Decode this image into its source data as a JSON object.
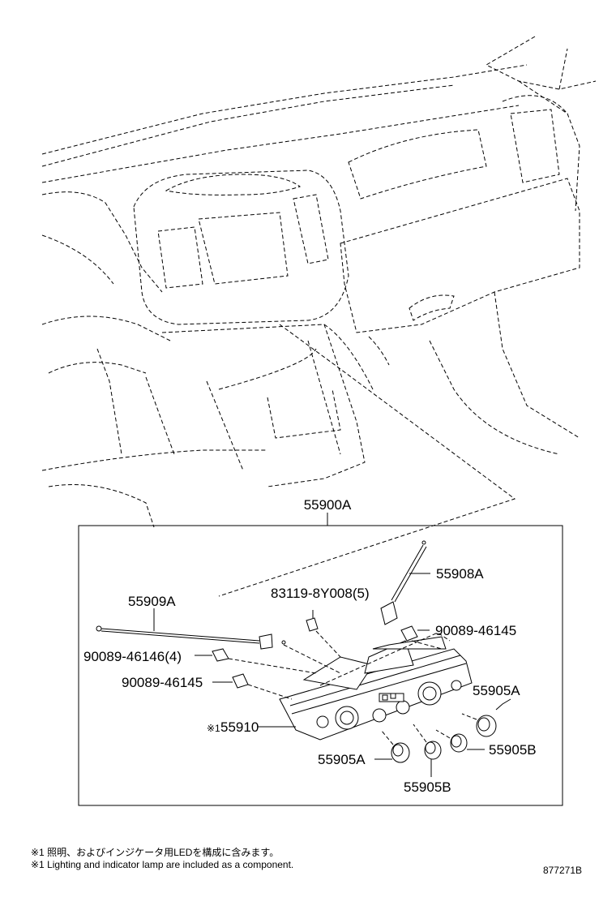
{
  "parts": {
    "assy": "55900A",
    "cable_right": "55908A",
    "cable_left": "55909A",
    "bulb": "83119-8Y008(5)",
    "clip_right": "90089-46145",
    "clip_left_4": "90089-46146(4)",
    "clip_left": "90089-46145",
    "panel_mark": "※1",
    "panel": "55910",
    "knob_a_right": "55905A",
    "knob_b_right": "55905B",
    "knob_a_left": "55905A",
    "knob_b_bottom": "55905B"
  },
  "notes": {
    "jp": "※1 照明、およびインジケータ用LEDを構成に含みます。",
    "en": "※1 Lighting and indicator lamp are included as a component."
  },
  "diagram_id": "877271B"
}
